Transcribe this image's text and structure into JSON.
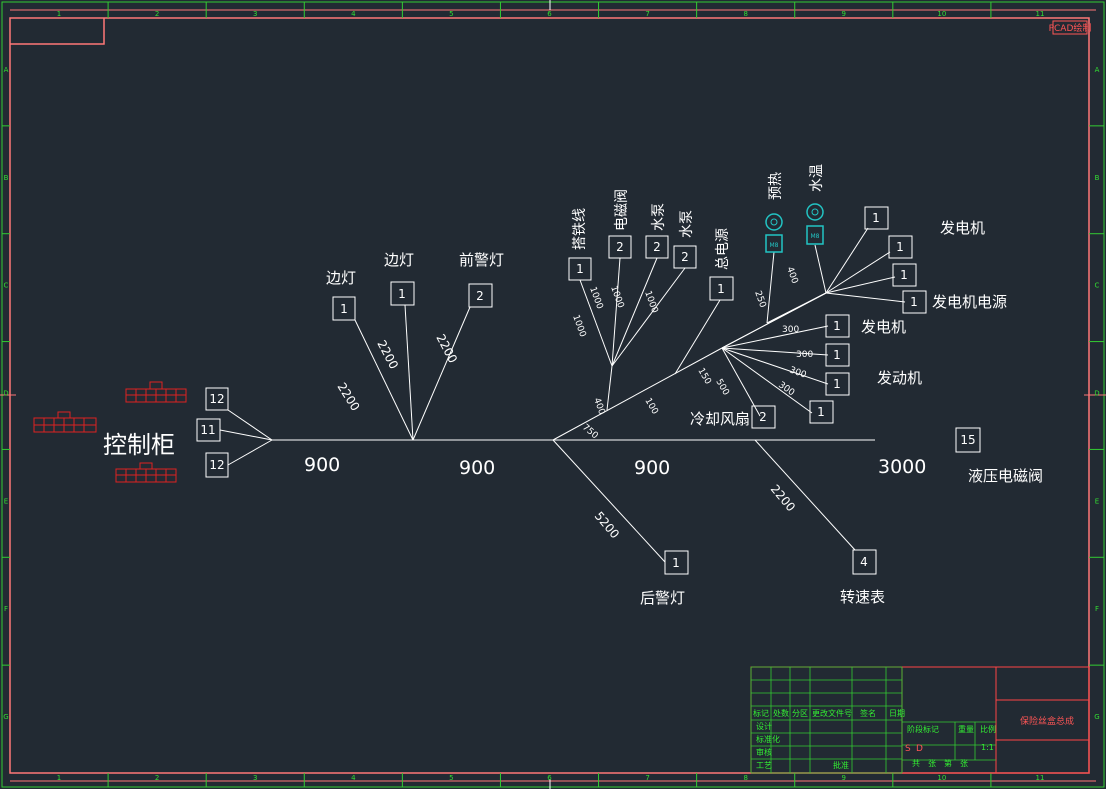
{
  "corner_tag": "PCAD绘制",
  "frame": {
    "top_numbers": [
      "1",
      "2",
      "3",
      "4",
      "5",
      "6",
      "7",
      "8",
      "9",
      "10",
      "11"
    ],
    "bottom_numbers": [
      "1",
      "2",
      "3",
      "4",
      "5",
      "6",
      "7",
      "8",
      "9",
      "10",
      "11"
    ],
    "side_letters": [
      "A",
      "B",
      "C",
      "D",
      "E",
      "F",
      "G"
    ]
  },
  "main": {
    "controller_label": "控制柜",
    "controller_boxes": [
      "12",
      "11",
      "12"
    ],
    "segment_lengths": [
      "900",
      "900",
      "900",
      "3000"
    ]
  },
  "branches": {
    "side_light_left": {
      "label": "边灯",
      "box": "1",
      "length": "2200"
    },
    "side_light_right": {
      "label": "边灯",
      "box": "1",
      "length": "2200"
    },
    "front_warning": {
      "label": "前警灯",
      "box": "2",
      "length": "2200"
    },
    "ground_wire": {
      "label": "搭铁线",
      "box": "1",
      "length": "1000"
    },
    "solenoid_valve": {
      "label": "电磁阀",
      "box": "2",
      "length": "1000"
    },
    "water_pump_1": {
      "label": "水泵",
      "box": "2",
      "length": "1000"
    },
    "water_pump_2": {
      "label": "水泵",
      "box": "2"
    },
    "total_power": {
      "label": "总电源",
      "box": "1",
      "length": "100"
    },
    "preheat": {
      "label": "预热",
      "terminal": "M8",
      "length": "250"
    },
    "water_temp": {
      "label": "水温",
      "terminal": "M8",
      "length": "400"
    },
    "generator_top": {
      "label": "发电机",
      "boxes": [
        "1",
        "1",
        "1"
      ]
    },
    "generator_power": {
      "label": "发电机电源",
      "box": "1"
    },
    "generator": {
      "label": "发电机",
      "box": "1",
      "length": "300"
    },
    "engine": {
      "label": "发动机",
      "boxes": [
        "1",
        "1",
        "1"
      ],
      "lengths": [
        "300",
        "300",
        "300"
      ]
    },
    "cooling_fan": {
      "label": "冷却风扇",
      "box": "2",
      "length": "150"
    },
    "trunk_lengths": [
      "750",
      "400",
      "500"
    ],
    "rear_warning": {
      "label": "后警灯",
      "box": "1",
      "length": "5200"
    },
    "tachometer": {
      "label": "转速表",
      "box": "4",
      "length": "2200"
    },
    "hydraulic_valve": {
      "label": "液压电磁阀",
      "box": "15"
    }
  },
  "title_block": {
    "drawing_title": "保险丝盒总成",
    "row_headers": [
      "标记",
      "处数",
      "分区",
      "更改文件号",
      "签名",
      "日期"
    ],
    "left_labels": [
      "设计",
      "标准化",
      "审核",
      "工艺",
      "批准"
    ],
    "mid_labels": [
      "阶段标记",
      "重量",
      "比例"
    ],
    "stage_marks": [
      "S",
      "D"
    ],
    "scale": "1:1",
    "sheet_text": "共　张　第　张"
  }
}
